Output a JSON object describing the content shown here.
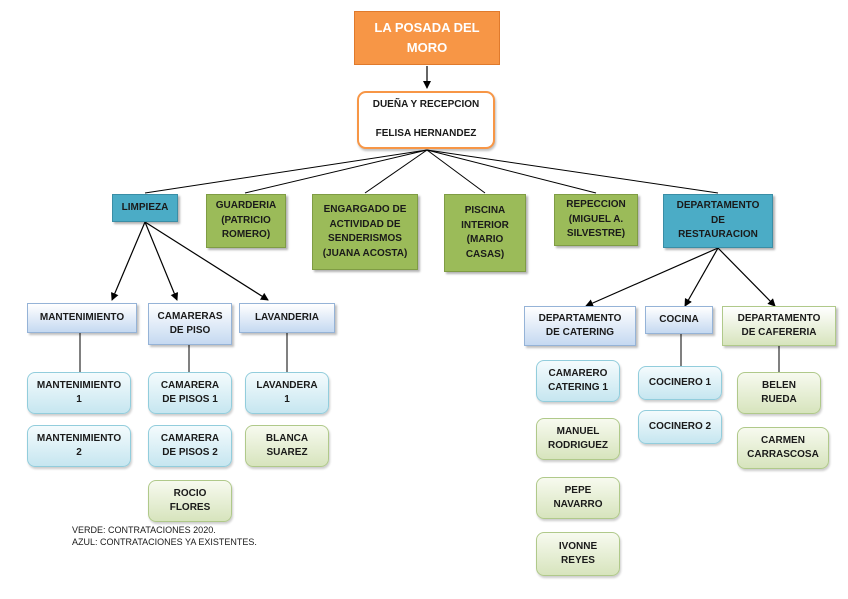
{
  "title": "LA POSADA DEL\nMORO",
  "owner": "DUEÑA Y RECEPCION\n\nFELISA HERNANDEZ",
  "departments": {
    "limpieza": "LIMPIEZA",
    "guarderia": "GUARDERIA\n(PATRICIO\nROMERO)",
    "senderismo": "ENGARGADO DE\nACTIVIDAD DE\nSENDERISMOS\n(JUANA ACOSTA)",
    "piscina": "PISCINA\nINTERIOR\n(MARIO\nCASAS)",
    "recepcion": "REPECCION\n(MIGUEL A.\nSILVESTRE)",
    "restauracion": "DEPARTAMENTO\nDE\nRESTAURACION"
  },
  "limpieza_sections": {
    "mantenimiento": "MANTENIMIENTO",
    "camareras": "CAMARERAS\nDE PISO",
    "lavanderia": "LAVANDERIA"
  },
  "restauracion_sections": {
    "catering": "DEPARTAMENTO\nDE CATERING",
    "cocina": "COCINA",
    "cafeteria": "DEPARTAMENTO\nDE CAFERERIA"
  },
  "staff": {
    "mant1": "MANTENIMIENTO\n1",
    "mant2": "MANTENIMIENTO\n2",
    "cam1": "CAMARERA\nDE PISOS 1",
    "cam2": "CAMARERA\nDE PISOS 2",
    "rocio": "ROCIO\nFLORES",
    "lav1": "LAVANDERA\n1",
    "blanca": "BLANCA\nSUAREZ",
    "catering1": "CAMARERO\nCATERING 1",
    "manuel": "MANUEL\nRODRIGUEZ",
    "pepe": "PEPE\nNAVARRO",
    "ivonne": "IVONNE\nREYES",
    "cocinero1": "COCINERO 1",
    "cocinero2": "COCINERO 2",
    "belen": "BELEN\nRUEDA",
    "carmen": "CARMEN\nCARRASCOSA"
  },
  "legend": {
    "green": "VERDE: CONTRATACIONES 2020.",
    "blue": "AZUL: CONTRATACIONES YA EXISTENTES."
  }
}
